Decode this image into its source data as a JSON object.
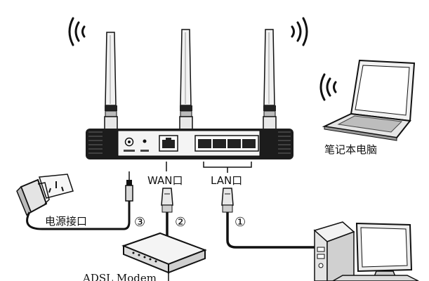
{
  "labels": {
    "laptop": "笔记本电脑",
    "wan": "WAN口",
    "lan": "LAN口",
    "power": "电源接口",
    "modem": "ADSL Modem"
  },
  "markers": {
    "one": "①",
    "two": "②",
    "three": "③"
  },
  "icons": [
    "wifi-waves-icon",
    "router-icon",
    "antenna-icon",
    "laptop-icon",
    "power-adapter-icon",
    "wall-socket-icon",
    "rj45-plug-icon",
    "dc-plug-icon",
    "modem-icon",
    "desktop-computer-icon"
  ]
}
